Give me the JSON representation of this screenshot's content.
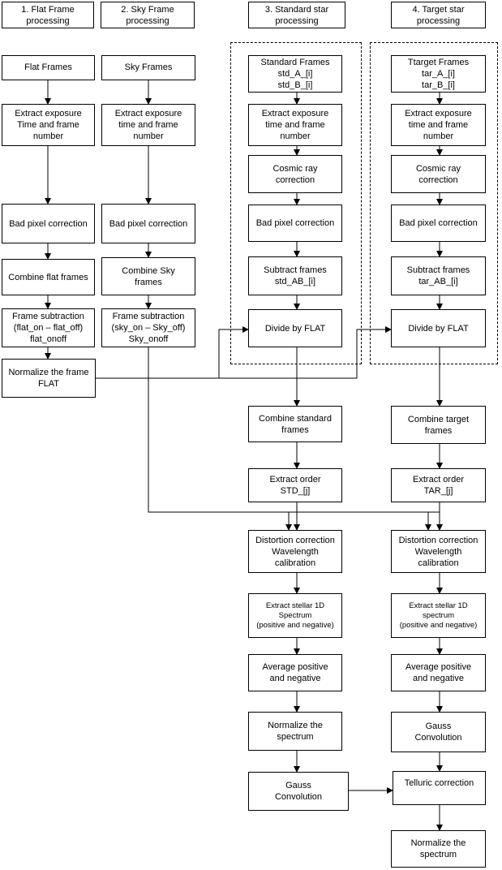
{
  "headers": {
    "flat": "1. Flat Frame\nprocessing",
    "sky": "2. Sky Frame\nprocessing",
    "std": "3. Standard star\nprocessing",
    "tar": "4. Target star\nprocessing"
  },
  "flat": {
    "frames": "Flat Frames",
    "extract": "Extract exposure\nTime and frame\nnumber",
    "badpix": "Bad pixel correction",
    "combine": "Combine flat frames",
    "subtract": "Frame subtraction\n(flat_on – flat_off)\nflat_onoff",
    "normalize": "Normalize the frame\nFLAT"
  },
  "sky": {
    "frames": "Sky  Frames",
    "extract": "Extract exposure\ntime and frame\nnumber",
    "badpix": "Bad pixel correction",
    "combine": "Combine Sky\nframes",
    "subtract": "Frame subtraction\n(sky_on – Sky_off)\nSky_onoff"
  },
  "std": {
    "frames": "Standard Frames\nstd_A_[i]\nstd_B_[i]",
    "extract": "Extract exposure\ntime and frame\nnumber",
    "cosmic": "Cosmic ray\ncorrection",
    "badpix": "Bad pixel correction",
    "subtract": "Subtract frames\nstd_AB_[i]",
    "divide": "Divide by FLAT",
    "combine": "Combine standard\nframes",
    "order": "Extract order\nSTD_[j]",
    "distortion": "Distortion correction\nWavelength\ncalibration",
    "extract1d": "Extract stellar 1D\nSpectrum\n(positive and negative)",
    "average": "Average positive\nand negative",
    "normalize": "Normalize the\nspectrum",
    "gauss": "Gauss\nConvolution"
  },
  "tar": {
    "frames": "Ttarget Frames\ntar_A_[i]\ntar_B_[i]",
    "extract": "Extract exposure\ntime and frame\nnumber",
    "cosmic": "Cosmic ray\ncorrection",
    "badpix": "Bad pixel correction",
    "subtract": "Subtract frames\ntar_AB_[i]",
    "divide": "Divide by FLAT",
    "combine": "Combine target\nframes",
    "order": "Extract order\nTAR_[j]",
    "distortion": "Distortion correction\nWavelength\ncalibration",
    "extract1d": "Extract stellar 1D\nspectrum\n(positive and negative)",
    "average": "Average positive\nand negative",
    "gauss": "Gauss\nConvolution",
    "telluric": "Telluric correction",
    "normalize": "Normalize the\nspectrum"
  }
}
